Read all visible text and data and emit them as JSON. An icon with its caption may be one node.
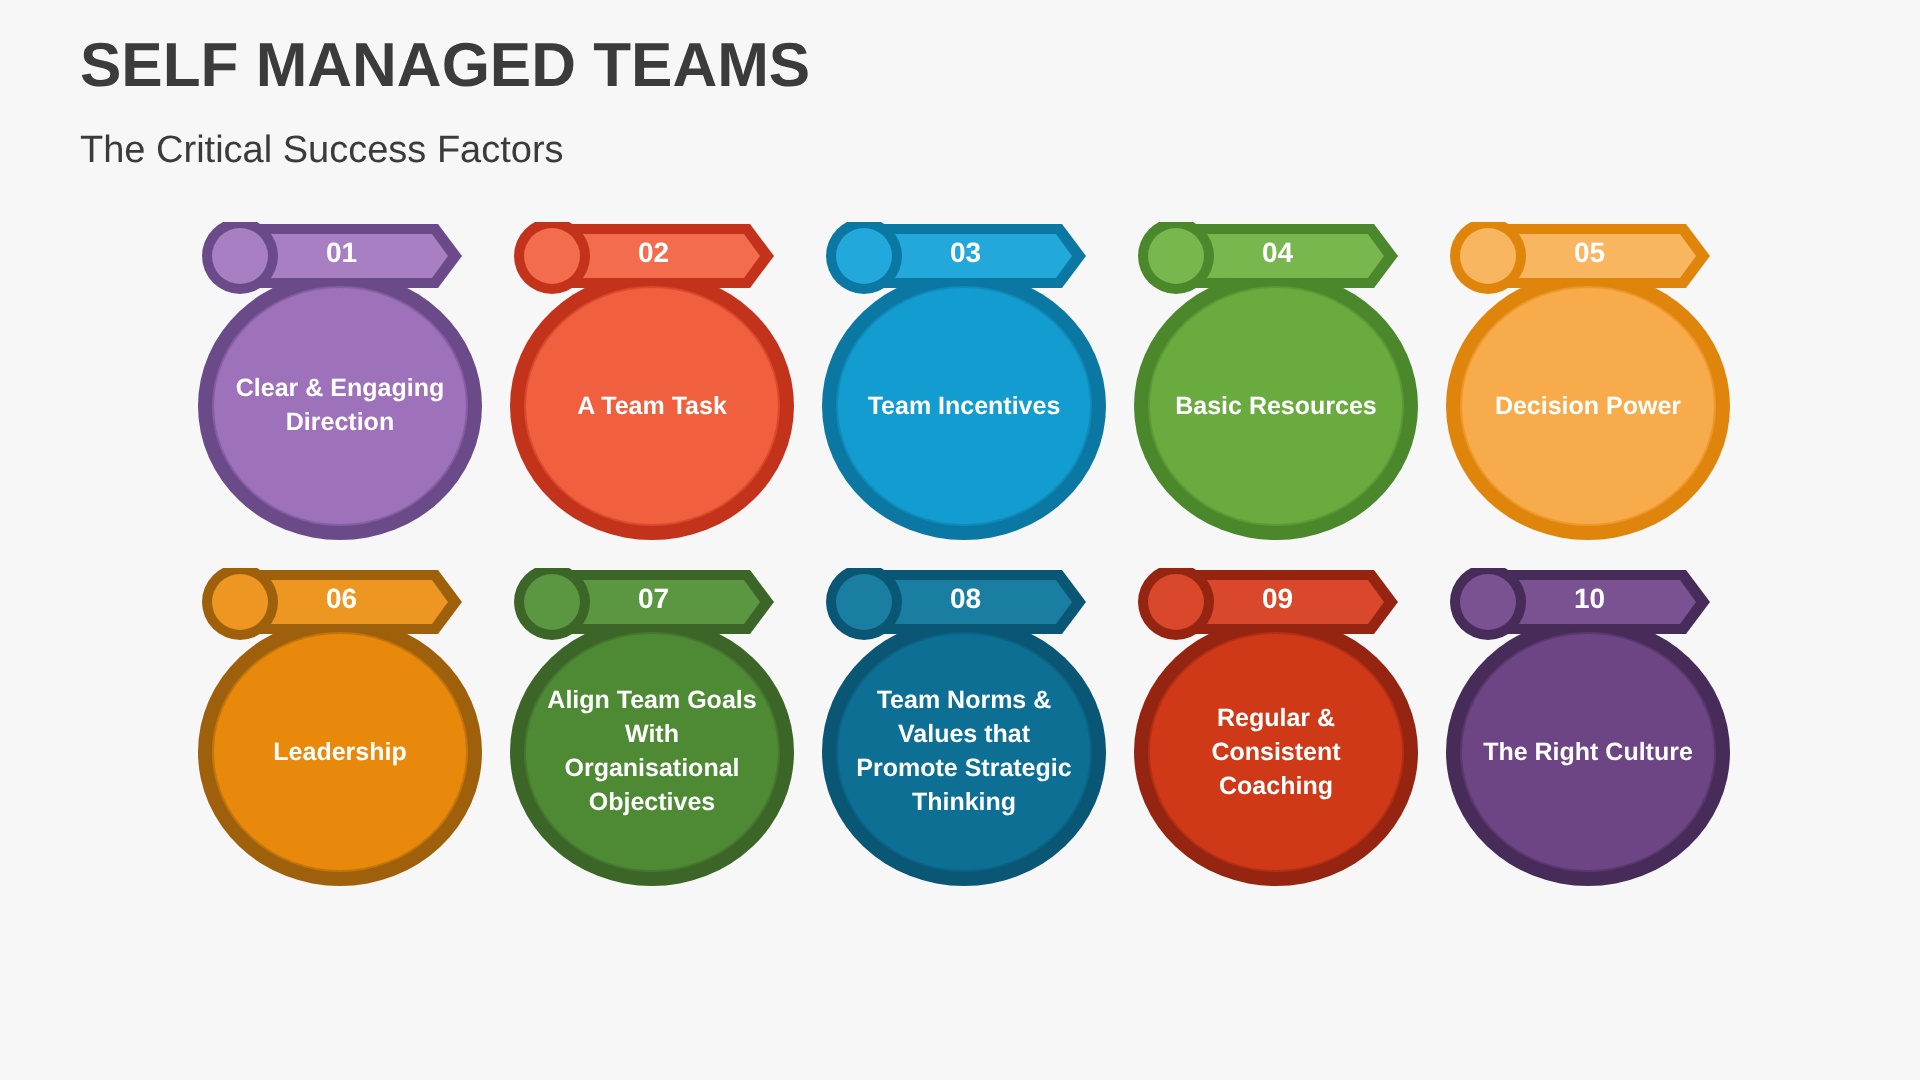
{
  "diagram": {
    "title": "SELF MANAGED TEAMS",
    "nodes": [
      {
        "text": [
          "01",
          "Clear & Engaging Direction"
        ]
      },
      {
        "text": [
          "02",
          "A Team Task"
        ]
      },
      {
        "text": [
          "03",
          "Team Incentives"
        ]
      },
      {
        "text": [
          "04",
          "Basic Resources"
        ]
      },
      {
        "text": [
          "05",
          "Decision Power"
        ]
      },
      {
        "text": [
          "06",
          "Leadership"
        ]
      },
      {
        "text": [
          "07",
          "Align Team Goals With Organisational Objectives"
        ]
      },
      {
        "text": [
          "08",
          "Team Norms & Values that Promote Strategic Thinking"
        ]
      },
      {
        "text": [
          "09",
          "Regular & Consistent Coaching"
        ]
      },
      {
        "text": [
          "10",
          "The Right Culture"
        ]
      }
    ],
    "edges": [],
    "labels": [
      "The Critical Success Factors"
    ]
  }
}
